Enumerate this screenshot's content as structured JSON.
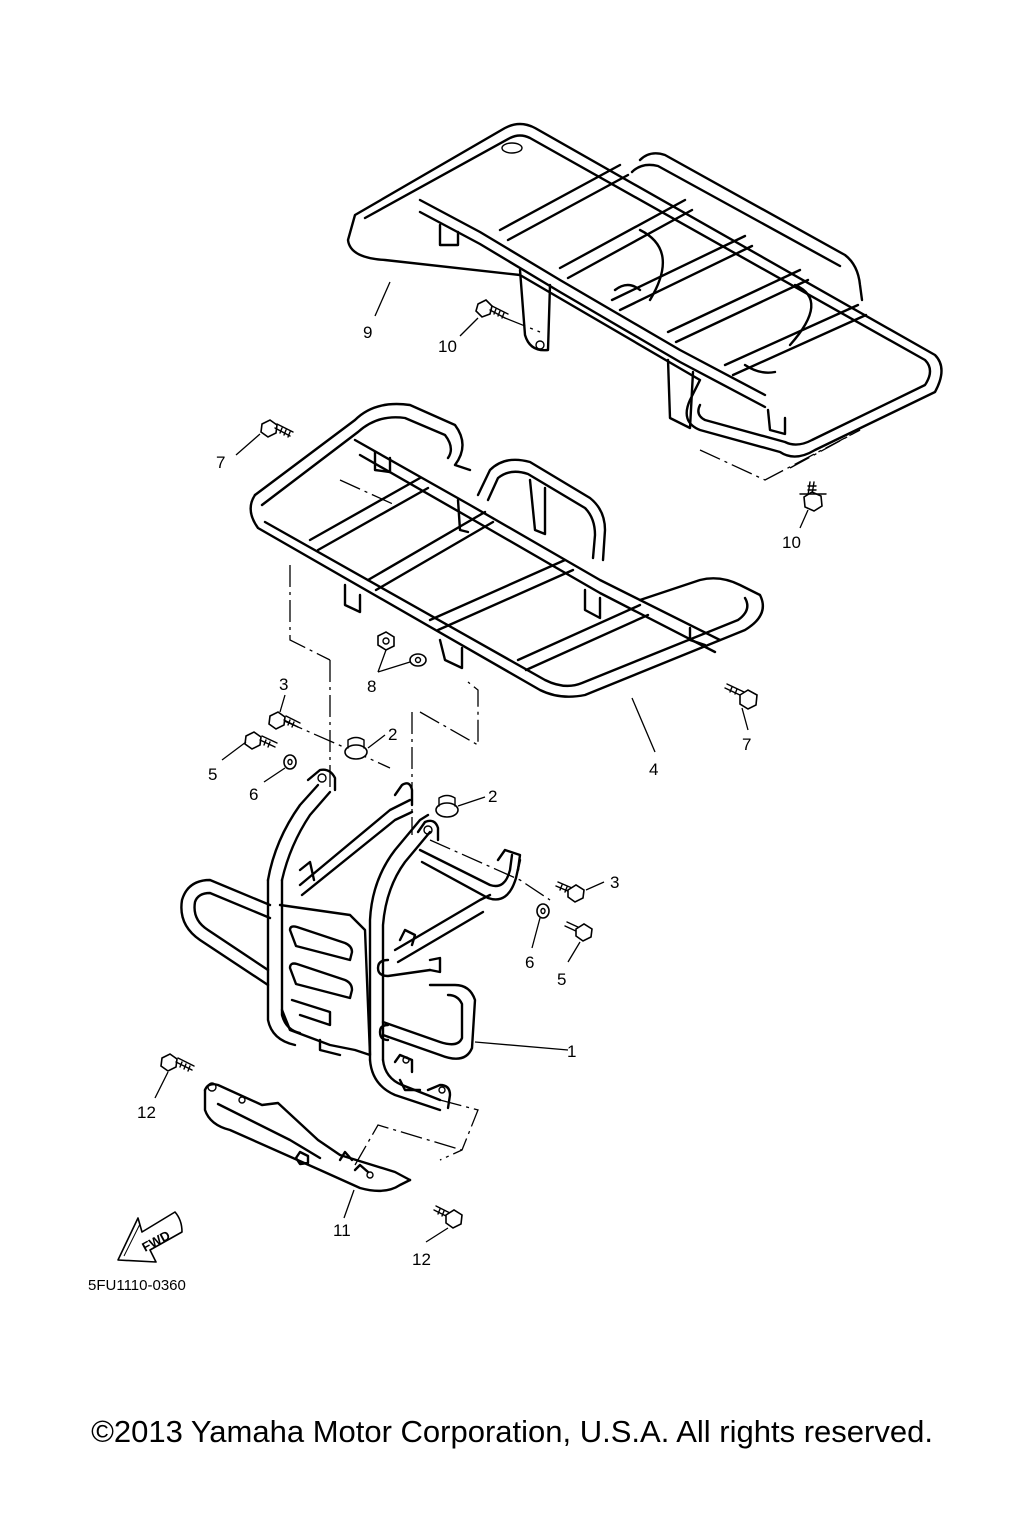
{
  "diagram": {
    "callouts": {
      "c1": "1",
      "c2a": "2",
      "c2b": "2",
      "c3a": "3",
      "c3b": "3",
      "c4": "4",
      "c5a": "5",
      "c5b": "5",
      "c6a": "6",
      "c6b": "6",
      "c7a": "7",
      "c7b": "7",
      "c8": "8",
      "c9": "9",
      "c10a": "10",
      "c10b": "10",
      "c11": "11",
      "c12a": "12",
      "c12b": "12"
    },
    "fwd_label": "FWD",
    "drawing_code": "5FU1110-0360"
  },
  "footer": {
    "copyright": "©2013 Yamaha Motor Corporation, U.S.A. All rights reserved."
  }
}
